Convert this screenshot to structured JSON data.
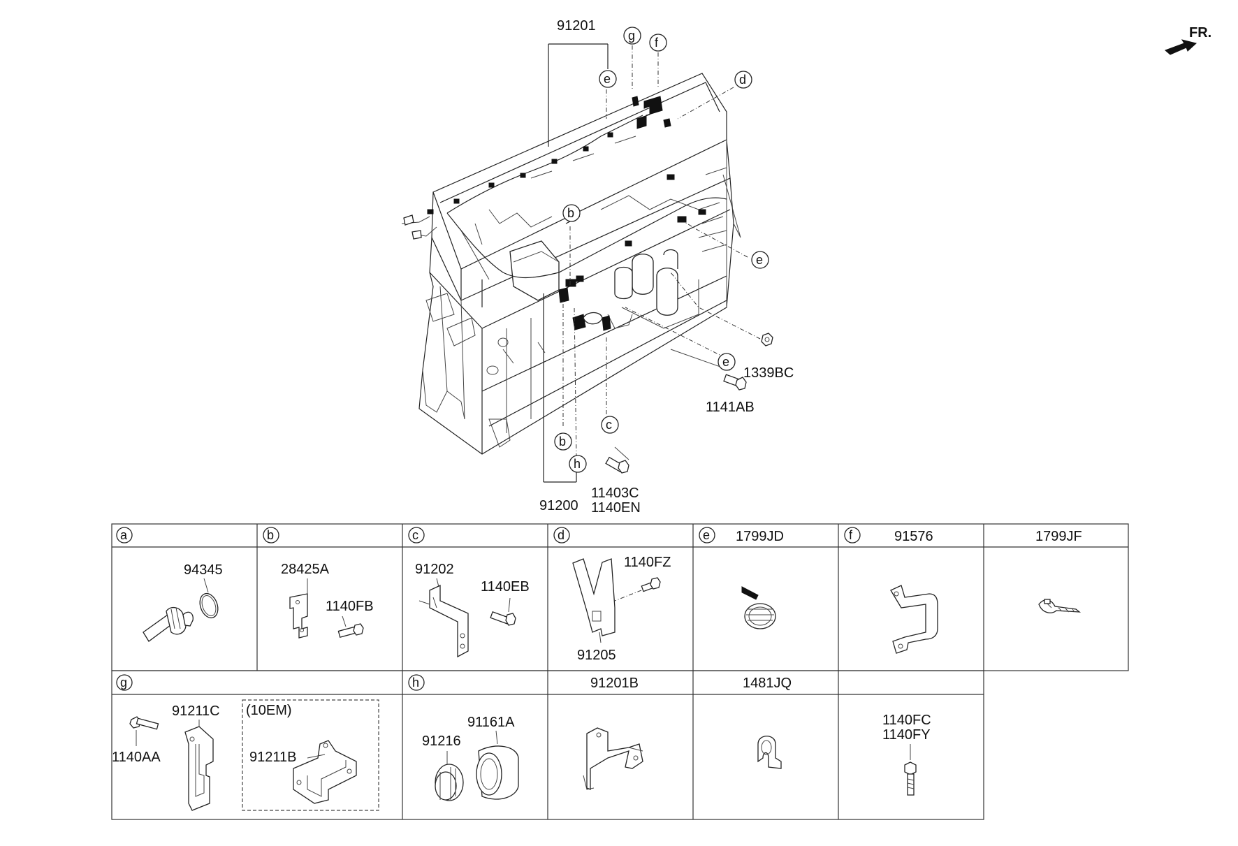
{
  "orientation": {
    "label": "FR."
  },
  "callouts": {
    "b": "b",
    "b2": "b",
    "c": "c",
    "d": "d",
    "e": "e",
    "e2": "e",
    "e3": "e",
    "f": "f",
    "g": "g",
    "h": "h"
  },
  "labels": {
    "p91201": "91201",
    "p91200": "91200",
    "p1339BC": "1339BC",
    "p1141AB": "1141AB",
    "p11403C": "11403C",
    "p1140EN": "1140EN"
  },
  "table": {
    "row1": [
      {
        "letter": "a",
        "header": "",
        "parts": [
          "94345"
        ]
      },
      {
        "letter": "b",
        "header": "",
        "parts": [
          "28425A",
          "1140FB"
        ]
      },
      {
        "letter": "c",
        "header": "",
        "parts": [
          "91202",
          "1140EB"
        ]
      },
      {
        "letter": "d",
        "header": "",
        "parts": [
          "1140FZ",
          "91205"
        ]
      },
      {
        "letter": "e",
        "header": "1799JD",
        "parts": []
      },
      {
        "letter": "f",
        "header": "91576",
        "parts": []
      },
      {
        "letter": "",
        "header": "1799JF",
        "parts": []
      }
    ],
    "row2": [
      {
        "letter": "g",
        "header": "",
        "parts": [
          "91211C",
          "1140AA",
          "(10EM)",
          "91211B"
        ]
      },
      {
        "letter": "h",
        "header": "",
        "parts": [
          "91216",
          "91161A"
        ]
      },
      {
        "letter": "",
        "header": "91201B",
        "parts": []
      },
      {
        "letter": "",
        "header": "1481JQ",
        "parts": []
      },
      {
        "letter": "",
        "header": "",
        "parts": [
          "1140FC",
          "1140FY"
        ]
      }
    ]
  }
}
